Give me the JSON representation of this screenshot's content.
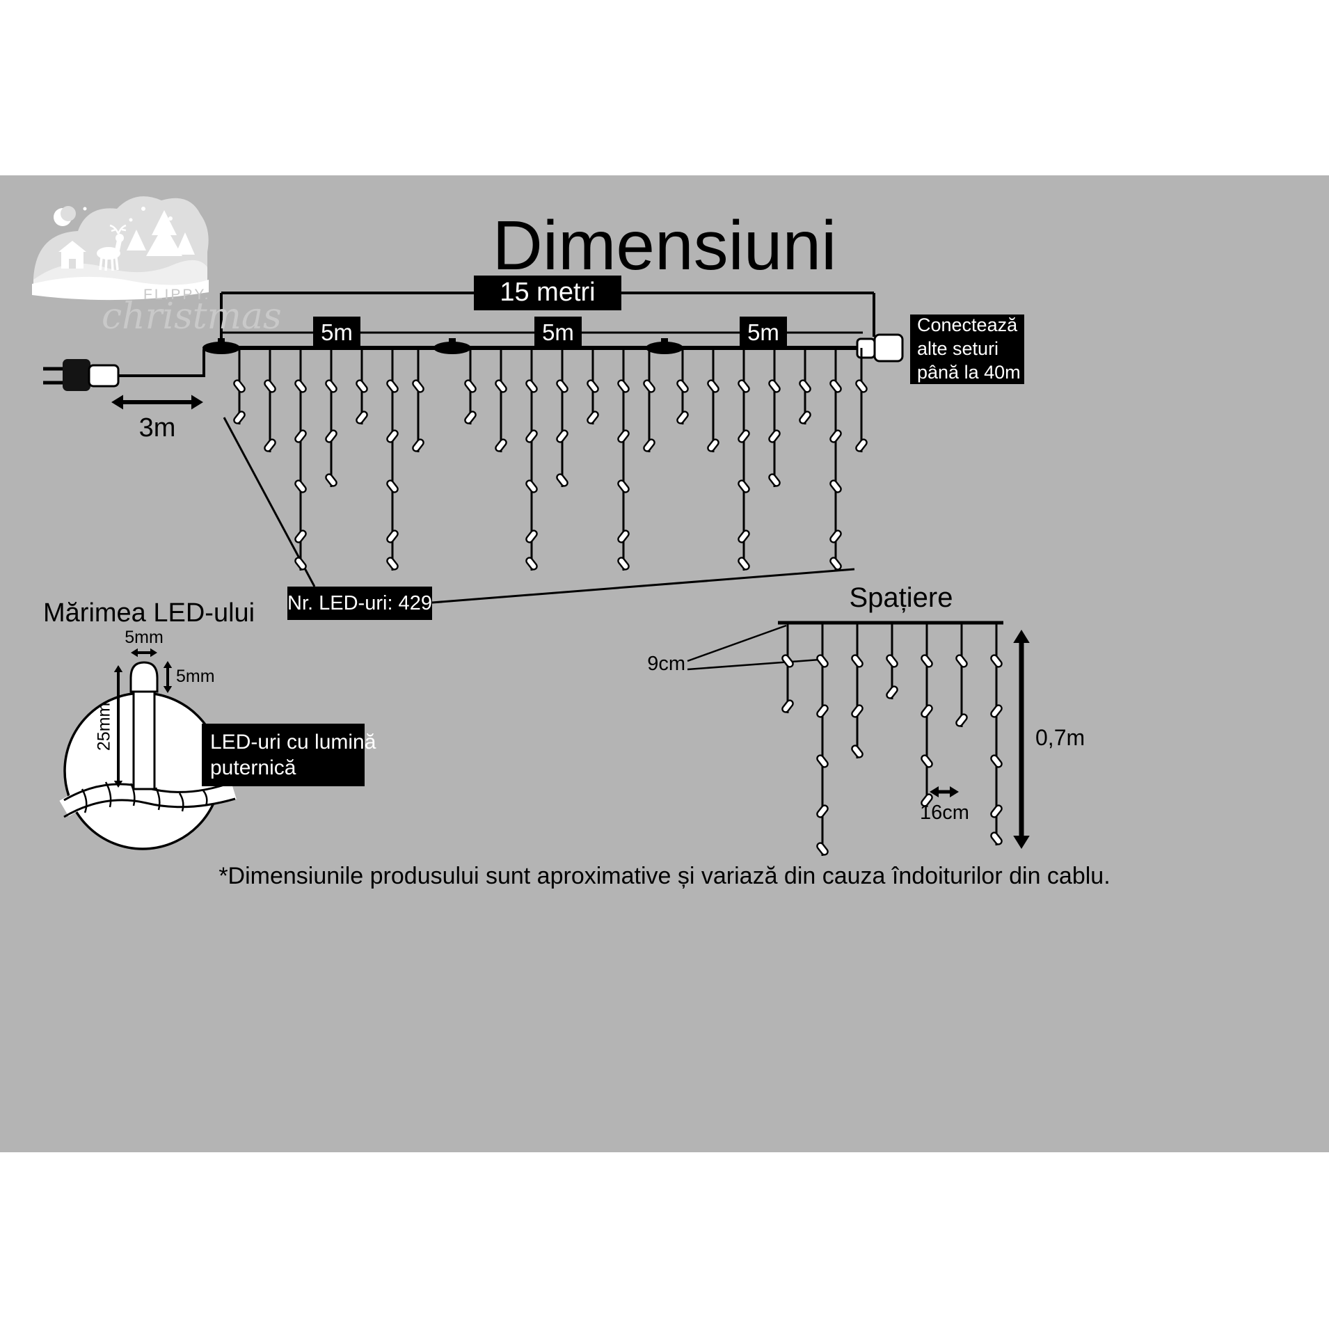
{
  "title": "Dimensiuni",
  "brand": {
    "name": "FLIPPY.",
    "sub": "christmas"
  },
  "main_diagram": {
    "total_length_label": "15 metri",
    "section_labels": [
      "5m",
      "5m",
      "5m"
    ],
    "lead_length_label": "3m",
    "connect_note": {
      "line1": "Conectează",
      "line2": "alte seturi",
      "line3": "până la 40m"
    },
    "led_count_label": "Nr. LED-uri: 429"
  },
  "spacing_diagram": {
    "heading": "Spațiere",
    "drop_spacing_label": "9cm",
    "bulb_spacing_label": "16cm",
    "drop_height_label": "0,7m"
  },
  "led_size_diagram": {
    "heading": "Mărimea LED-ului",
    "cap_width_label": "5mm",
    "cap_height_label": "5mm",
    "body_length_label": "25mm",
    "note": {
      "line1": "LED-uri cu lumină",
      "line2": "puternică"
    }
  },
  "footer_note": "*Dimensiunile produsului sunt aproximative și variază din cauza îndoiturilor din cablu.",
  "colors": {
    "band_gray": "#b4b4b4",
    "box_black": "#000000",
    "white": "#ffffff"
  }
}
